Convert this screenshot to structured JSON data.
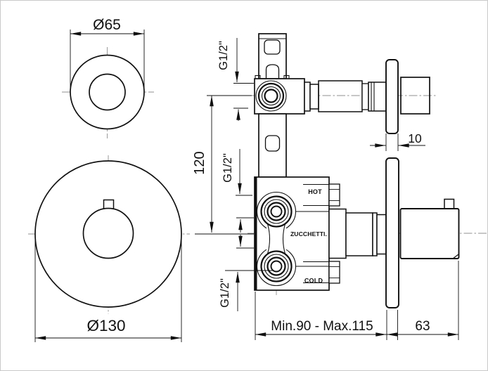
{
  "drawing": {
    "labels": {
      "dia_small": "Ø65",
      "dia_large": "Ø130",
      "height_120": "120",
      "plate_thickness_10": "10",
      "depth_63": "63",
      "depth_range": "Min.90 - Max.115",
      "thread_top": "G1/2\"",
      "thread_mid": "G1/2\"",
      "thread_bottom": "G1/2\"",
      "hot": "HOT",
      "cold": "COLD",
      "brand": "ZUCCHETTI."
    },
    "colors": {
      "line": "#111111",
      "centerline": "#8f8f8f",
      "background": "#ffffff"
    }
  }
}
